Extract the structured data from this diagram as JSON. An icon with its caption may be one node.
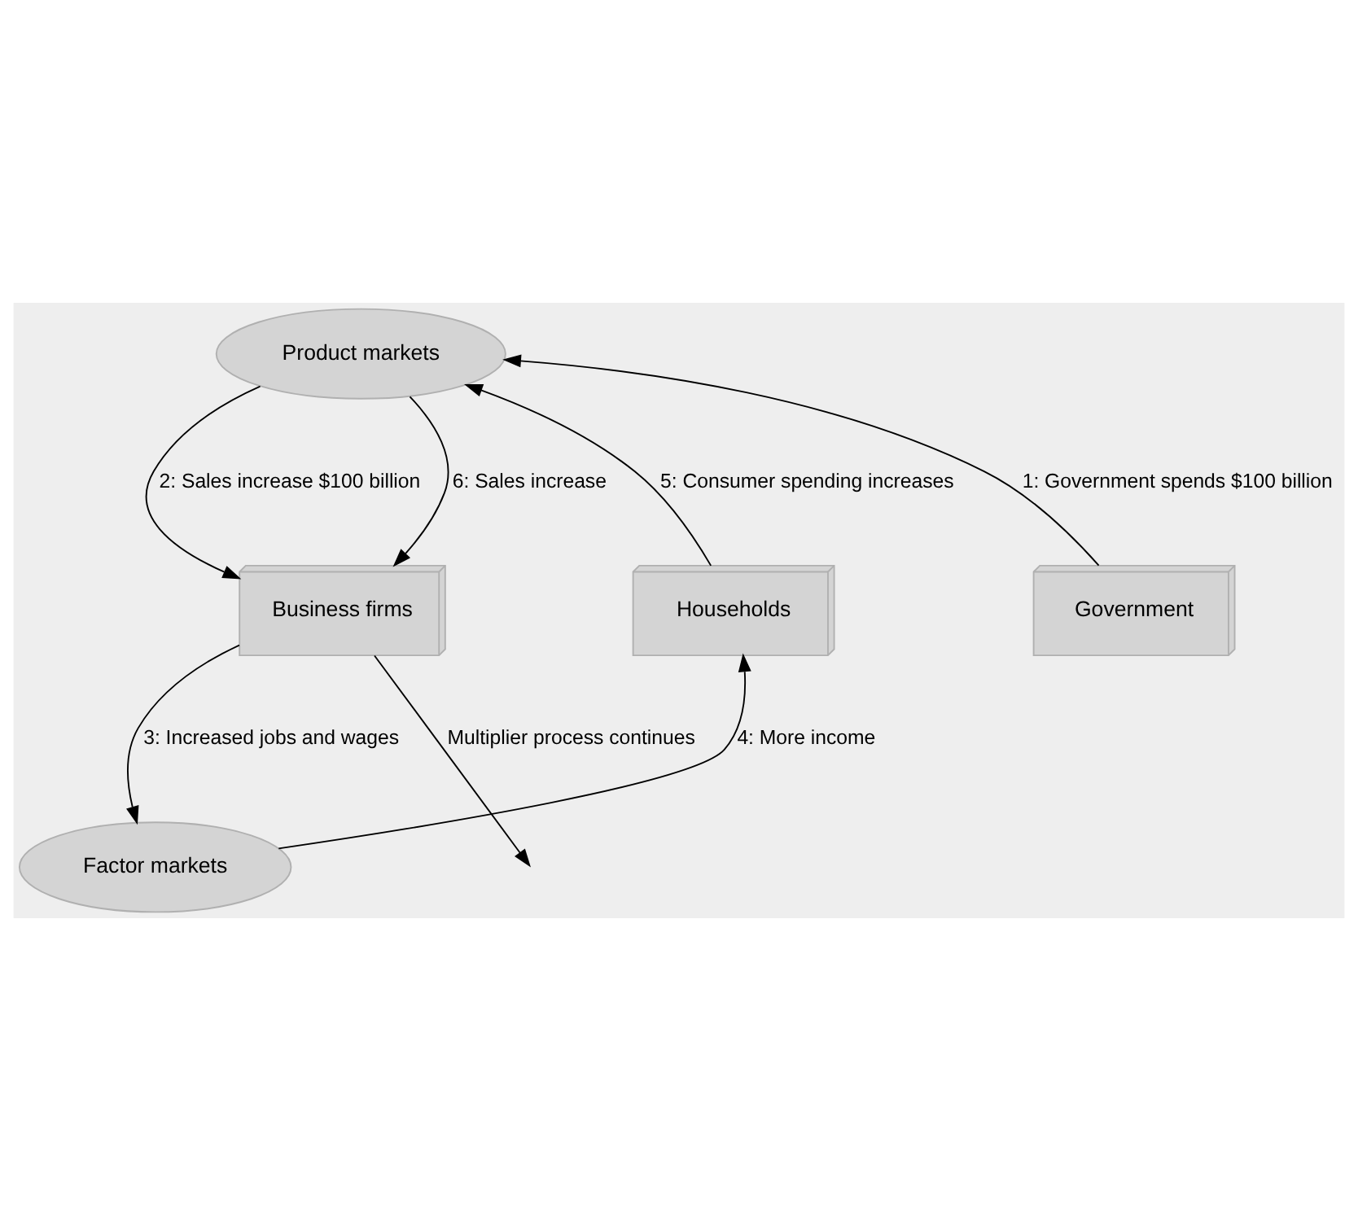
{
  "diagram": {
    "nodes": [
      {
        "text": [
          "Product markets"
        ]
      },
      {
        "text": [
          "Households"
        ]
      },
      {
        "text": [
          "Government"
        ]
      },
      {
        "text": [
          "Business firms"
        ]
      },
      {
        "text": [
          "Factor markets"
        ]
      }
    ],
    "edges": [
      {
        "from": 2,
        "to": 0,
        "arrow": "to",
        "label": "1: Government spends $100 billion"
      },
      {
        "from": 0,
        "to": 3,
        "arrow": "to",
        "label": "2: Sales increase $100 billion"
      },
      {
        "from": 3,
        "to": 4,
        "arrow": "to",
        "label": "3: Increased jobs and wages"
      },
      {
        "from": 4,
        "to": 1,
        "arrow": "to",
        "label": "4: More income"
      },
      {
        "from": 1,
        "to": 0,
        "arrow": "to",
        "label": "5: Consumer spending increases"
      },
      {
        "from": 0,
        "to": 3,
        "arrow": "to",
        "label": "6: Sales increase"
      },
      {
        "from": 3,
        "to": null,
        "arrow": "to",
        "label": "Multiplier process continues"
      }
    ]
  }
}
